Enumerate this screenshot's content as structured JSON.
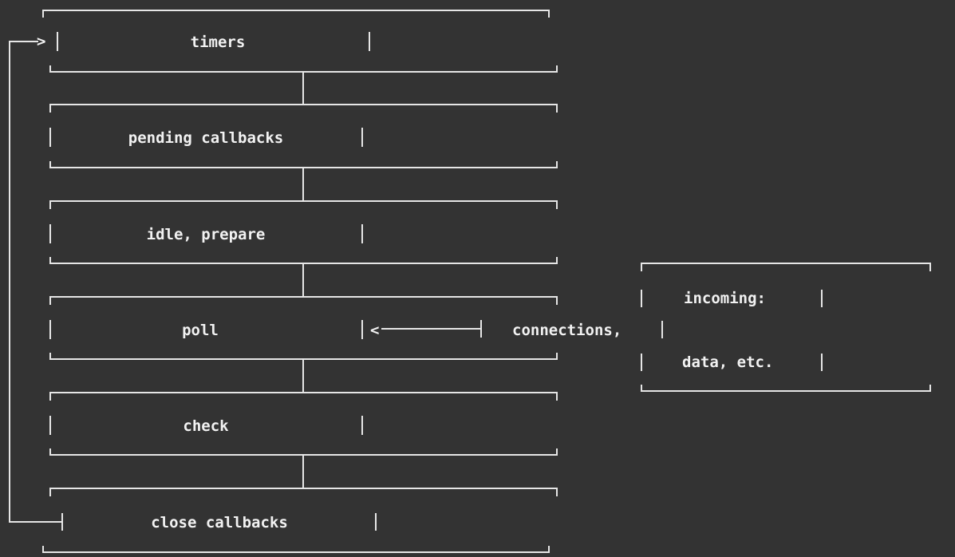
{
  "phases": [
    {
      "label": "timers"
    },
    {
      "label": "pending callbacks"
    },
    {
      "label": "idle, prepare"
    },
    {
      "label": "poll"
    },
    {
      "label": "check"
    },
    {
      "label": "close callbacks"
    }
  ],
  "incoming": {
    "line1": "incoming:",
    "line2": "connections,",
    "line3": "data, etc."
  },
  "arrow_heads": {
    "loop_entry": ">",
    "poll_input": "<"
  }
}
